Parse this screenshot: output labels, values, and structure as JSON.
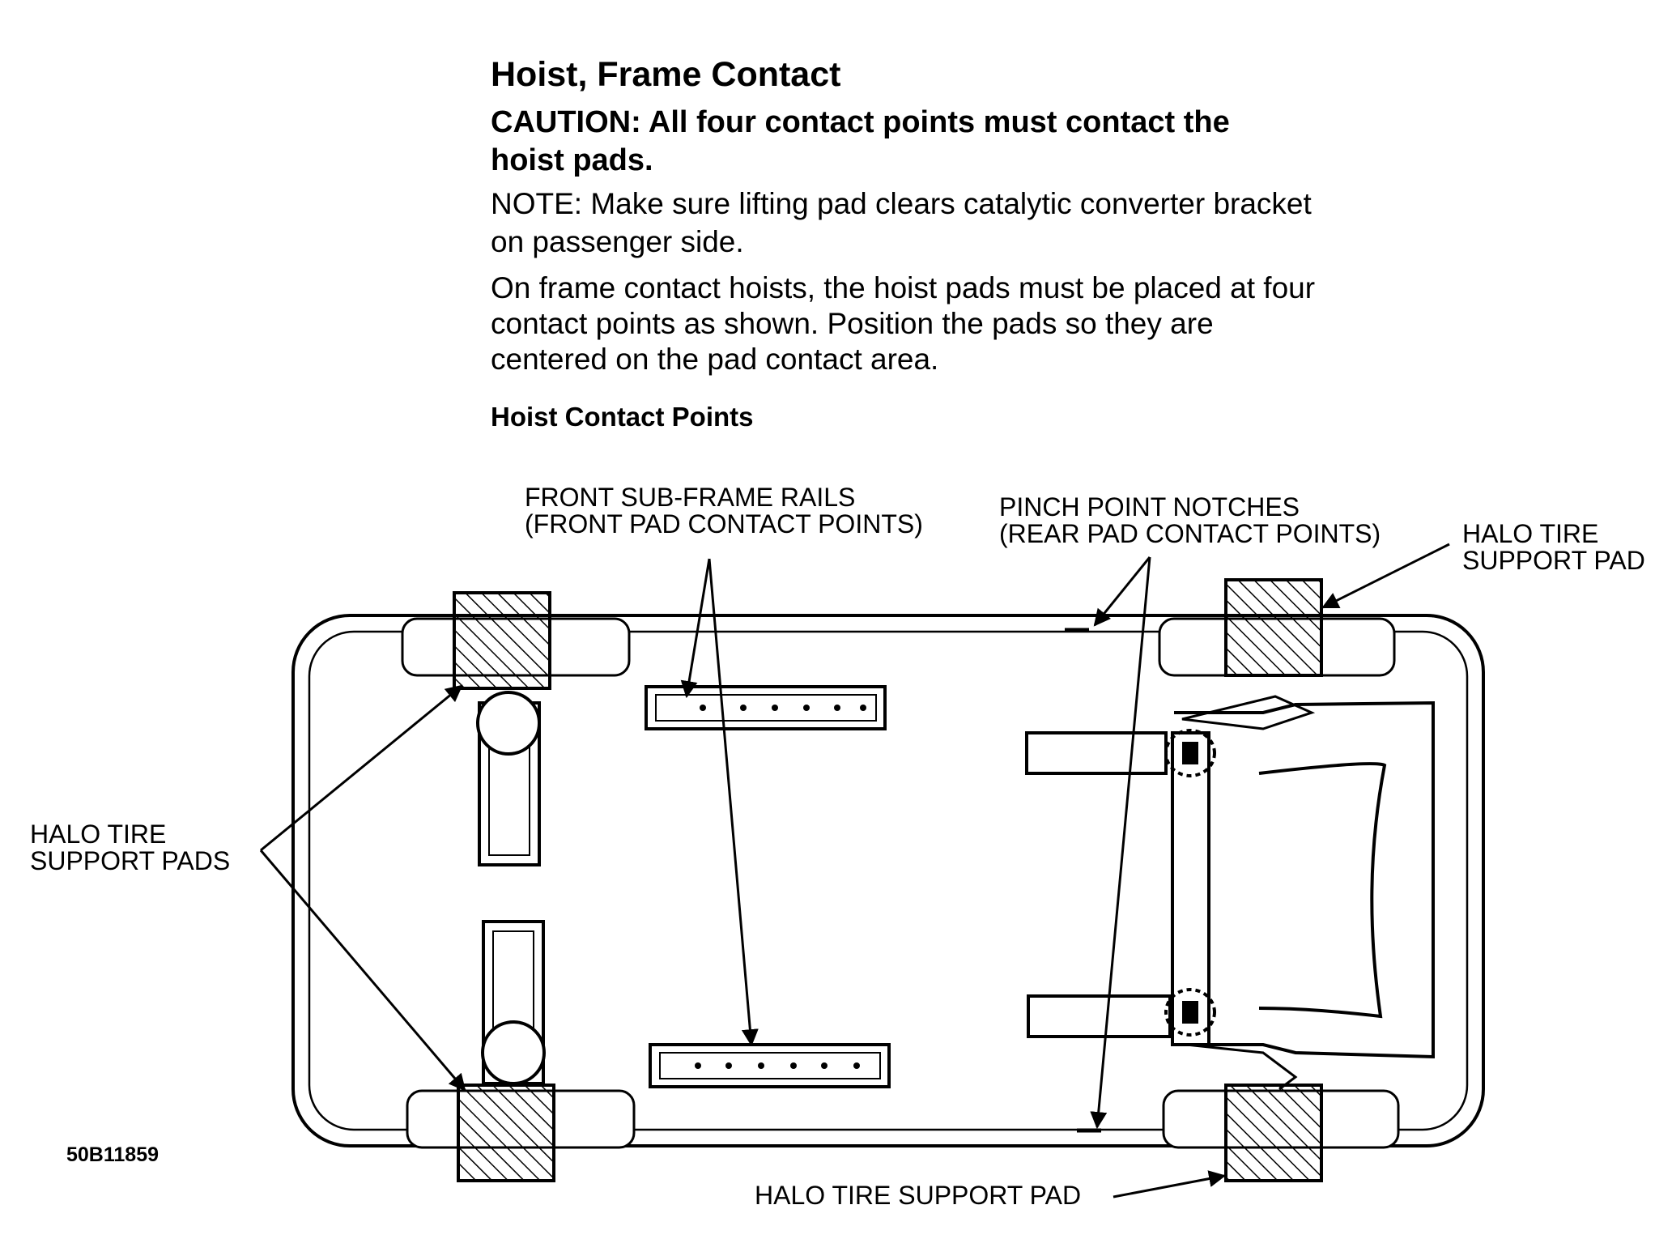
{
  "header": {
    "title": "Hoist, Frame Contact",
    "caution": "CAUTION: All four contact points must contact the hoist pads.",
    "note": "NOTE: Make sure lifting pad clears catalytic converter bracket on passenger side.",
    "paragraph": "On frame contact hoists, the hoist pads must be placed at four contact points as shown. Position the pads so they are centered on the pad contact area."
  },
  "figure": {
    "heading": "Hoist Contact Points",
    "figure_id": "50B11859",
    "labels": {
      "front_rails_line1": "FRONT SUB-FRAME RAILS",
      "front_rails_line2": "(FRONT PAD CONTACT POINTS)",
      "pinch_line1": "PINCH POINT NOTCHES",
      "pinch_line2": "(REAR PAD CONTACT POINTS)",
      "halo_right_line1": "HALO TIRE",
      "halo_right_line2": "SUPPORT PAD",
      "halo_left_line1": "HALO TIRE",
      "halo_left_line2": "SUPPORT PADS",
      "halo_bottom": "HALO TIRE SUPPORT PAD"
    }
  }
}
